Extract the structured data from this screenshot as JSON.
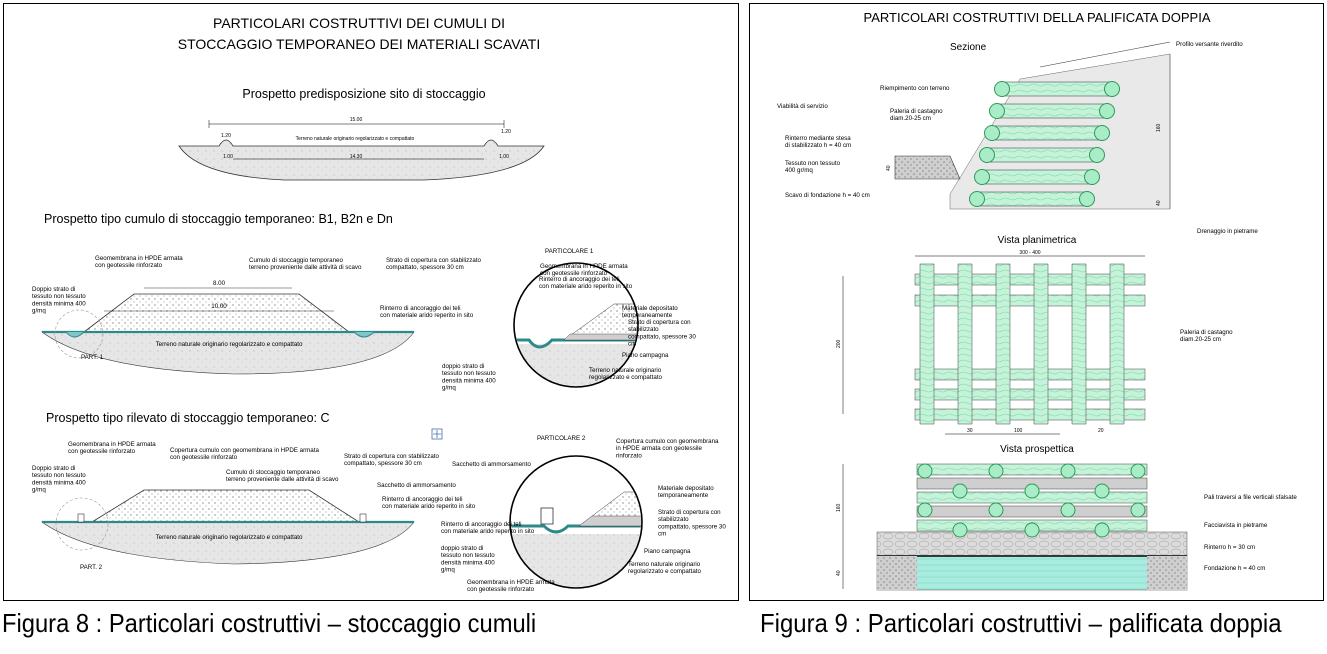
{
  "figure8": {
    "title_line1": "PARTICOLARI COSTRUTTIVI DEI CUMULI DI",
    "title_line2": "STOCCAGGIO TEMPORANEO DEI MATERIALI SCAVATI",
    "section1": {
      "heading": "Prospetto predisposizione sito di stoccaggio",
      "ground_label": "Terreno naturale originario regolarizzato  e compattato",
      "dims": {
        "total": "15.00",
        "left_top": "1.20",
        "right_top": "1.20",
        "left_bottom": "1.00",
        "middle": "14.30",
        "right_bottom": "1.00"
      }
    },
    "section2": {
      "heading": "Prospetto tipo cumulo di stoccaggio temporaneo: B1, B2n e Dn",
      "labels": {
        "geomembrane": "Geomembrana in HPDE armata\ncon geotessile rinforzato",
        "cumulo": "Cumulo di stoccaggio temporaneo\nterreno proveniente dalle attività di scavo",
        "copertura": "Strato di copertura con stabilizzato\ncompattato, spessore 30 cm",
        "rinterro": "Rinterro di ancoraggio dei teli\ncon materiale arido reperito in sito",
        "doppio": "Doppio strato di\ntessuto non tessuto\ndensità minima 400\ng/mq",
        "terreno": "Terreno naturale originario regolarizzato  e compattato",
        "part": "PART. 1",
        "dim_top": "8.00",
        "dim_bottom": "10.00"
      },
      "detail": {
        "title": "PARTICOLARE 1",
        "rinterro": "Rinterro di ancoraggio dei teli\ncon materiale arido reperito in sito",
        "geomembrana": "Geomembrana in HPDE  armata\ncon geotessile rinforzato",
        "materiale": "Materiale depositato\ntemporaneamente",
        "copertura": "Strato di copertura con\nstabilizzato\ncompattato, spessore 30\ncm",
        "piano": "Piano campagna",
        "terreno": "Terreno naturale originario\nregolarizzato  e compattato",
        "doppio": "doppio strato di\ntessuto non tessuto\ndensità minima 400\ng/mq"
      }
    },
    "section3": {
      "heading": "Prospetto tipo rilevato di stoccaggio temporaneo: C",
      "labels": {
        "geomembrane": "Geomembrana in HPDE armata\ncon geotessile rinforzato",
        "copertura_cumulo": "Copertura cumulo con geomembrana in HPDE armata\ncon geotessile rinforzato",
        "copertura": "Strato di copertura con stabilizzato\ncompattato, spessore 30 cm",
        "cumulo": "Cumulo di stoccaggio temporaneo\nterreno proveniente dalle attività di scavo",
        "sacchetto": "Sacchetto di ammorsamento",
        "rinterro": "Rinterro di ancoraggio dei teli\ncon materiale arido reperito in sito",
        "doppio": "Doppio strato di\ntessuto non tessuto\ndensità minima 400\ng/mq",
        "terreno": "Terreno naturale originario regolarizzato  e compattato",
        "part": "PART. 2"
      },
      "detail": {
        "title": "PARTICOLARE 2",
        "sacchetto": "Sacchetto di ammorsamento",
        "copertura_cumulo": "Copertura cumulo con geomembrana\nin HPDE armata con geotessile\nrinforzato",
        "materiale": "Materiale depositato\ntemporaneamente",
        "copertura": "Strato di copertura con\nstabilizzato\ncompattato, spessore 30\ncm",
        "rinterro": "Rinterro di ancoraggio dei teli\ncon materiale arido reperito in sito",
        "piano": "Piano campagna",
        "terreno": "Terreno naturale originario\nregolarizzato  e compattato",
        "doppio": "doppio strato di\ntessuto non tessuto\ndensità minima 400\ng/mq",
        "geomembrana": "Geomembrana in HPDE armata\ncon geotessile rinforzato"
      }
    }
  },
  "figure9": {
    "title": "PARTICOLARI COSTRUTTIVI DELLA PALIFICATA DOPPIA",
    "sezione": {
      "heading": "Sezione",
      "profilo": "Profilo versante riverdito",
      "riempimento": "Riempimento con terreno",
      "viabilita": "Viabilità di servizio",
      "paleria": "Paleria di castagno\ndiam.20-25 cm",
      "rinterro": "Rinterro mediante stesa\ndi stabilizzato h = 40 cm",
      "tessuto": "Tessuto non tessuto\n400 gr/mq",
      "scavo": "Scavo di fondazione h = 40 cm",
      "drenaggio": "Drenaggio in pietrame",
      "dims": {
        "height": "160",
        "small": "40",
        "small2": "40"
      }
    },
    "planimetrica": {
      "heading": "Vista planimetrica",
      "paleria": "Paleria di castagno\ndiam.20-25 cm",
      "dims": {
        "width": "300 - 400",
        "height": "200",
        "d1": "30",
        "d2": "100",
        "d3": "20"
      }
    },
    "prospettica": {
      "heading": "Vista prospettica",
      "pali": "Pali traversi a file verticali sfalsate",
      "facciavista": "Facciavista in pietrame",
      "rinterro": "Rinterro h = 30 cm",
      "fondazione": "Fondazione h = 40 cm",
      "dims": {
        "height": "160",
        "small": "40"
      }
    }
  },
  "captions": {
    "fig8": "Figura 8 : Particolari costruttivi – stoccaggio cumuli",
    "fig9": "Figura 9 : Particolari costruttivi – palificata doppia"
  },
  "colors": {
    "wood_green": "#a8ecc8",
    "log_outline": "#2e9a55",
    "ground_gray": "#bdbdbd",
    "membrane_teal": "#7fc8c8"
  }
}
